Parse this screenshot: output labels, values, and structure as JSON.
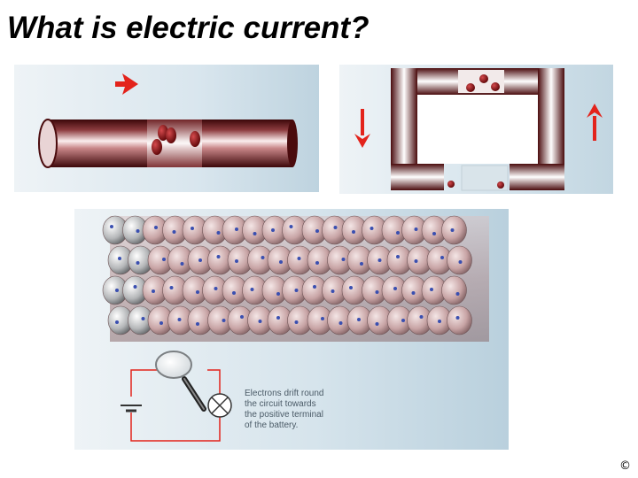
{
  "title": "What is electric current?",
  "caption_lines": [
    "Electrons drift round",
    "the circuit towards",
    "the positive terminal",
    "of the battery."
  ],
  "copyright": "©",
  "colors": {
    "arrow": "#e3231b",
    "wire_dark": "#5a0f12",
    "wire_light": "#ffffff",
    "electron": "#8a0d10",
    "circuit_line": "#e3231b",
    "electron_dot": "#3a4fb0"
  },
  "icons": {
    "panel1_arrow": "arrow-right-icon",
    "panel2_left_arrow": "arrow-down-icon",
    "panel2_right_arrow": "arrow-up-icon",
    "magnifier": "magnifying-glass-icon",
    "battery": "battery-symbol-icon",
    "lamp": "lamp-symbol-icon"
  }
}
